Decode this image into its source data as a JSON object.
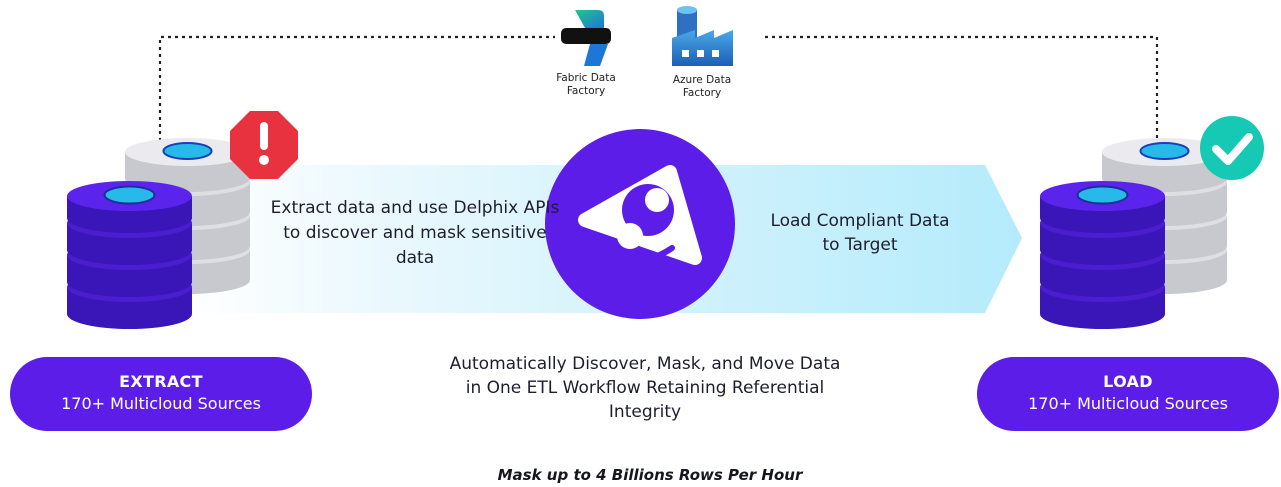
{
  "tools": [
    {
      "name": "Fabric Data Factory"
    },
    {
      "name": "Azure Data Factory"
    }
  ],
  "flow": {
    "extract_text": "Extract data and use Delphix APIs to discover and mask sensitive data",
    "load_text": "Load Compliant Data to Target"
  },
  "center_text": "Automatically Discover, Mask, and Move Data in One ETL Workflow Retaining Referential Integrity",
  "extract_pill": {
    "title": "EXTRACT",
    "subtitle": "170+ Multicloud Sources"
  },
  "load_pill": {
    "title": "LOAD",
    "subtitle": "170+ Multicloud Sources"
  },
  "tagline": "Mask up to 4 Billions Rows Per Hour",
  "icons": {
    "warning": "exclamation-octagon-icon",
    "success": "check-circle-icon",
    "brand": "delphix-logo",
    "fabric": "fabric-data-factory-icon",
    "azure": "azure-data-factory-icon"
  },
  "colors": {
    "brand_purple": "#5c1de8",
    "dark_purple": "#3a16b8",
    "db_gray": "#d7d7dd",
    "db_cap": "#26b9ea",
    "warning_red": "#e8323f",
    "success_teal": "#15c9b4",
    "arrow_fill": "#cdf1fb"
  }
}
